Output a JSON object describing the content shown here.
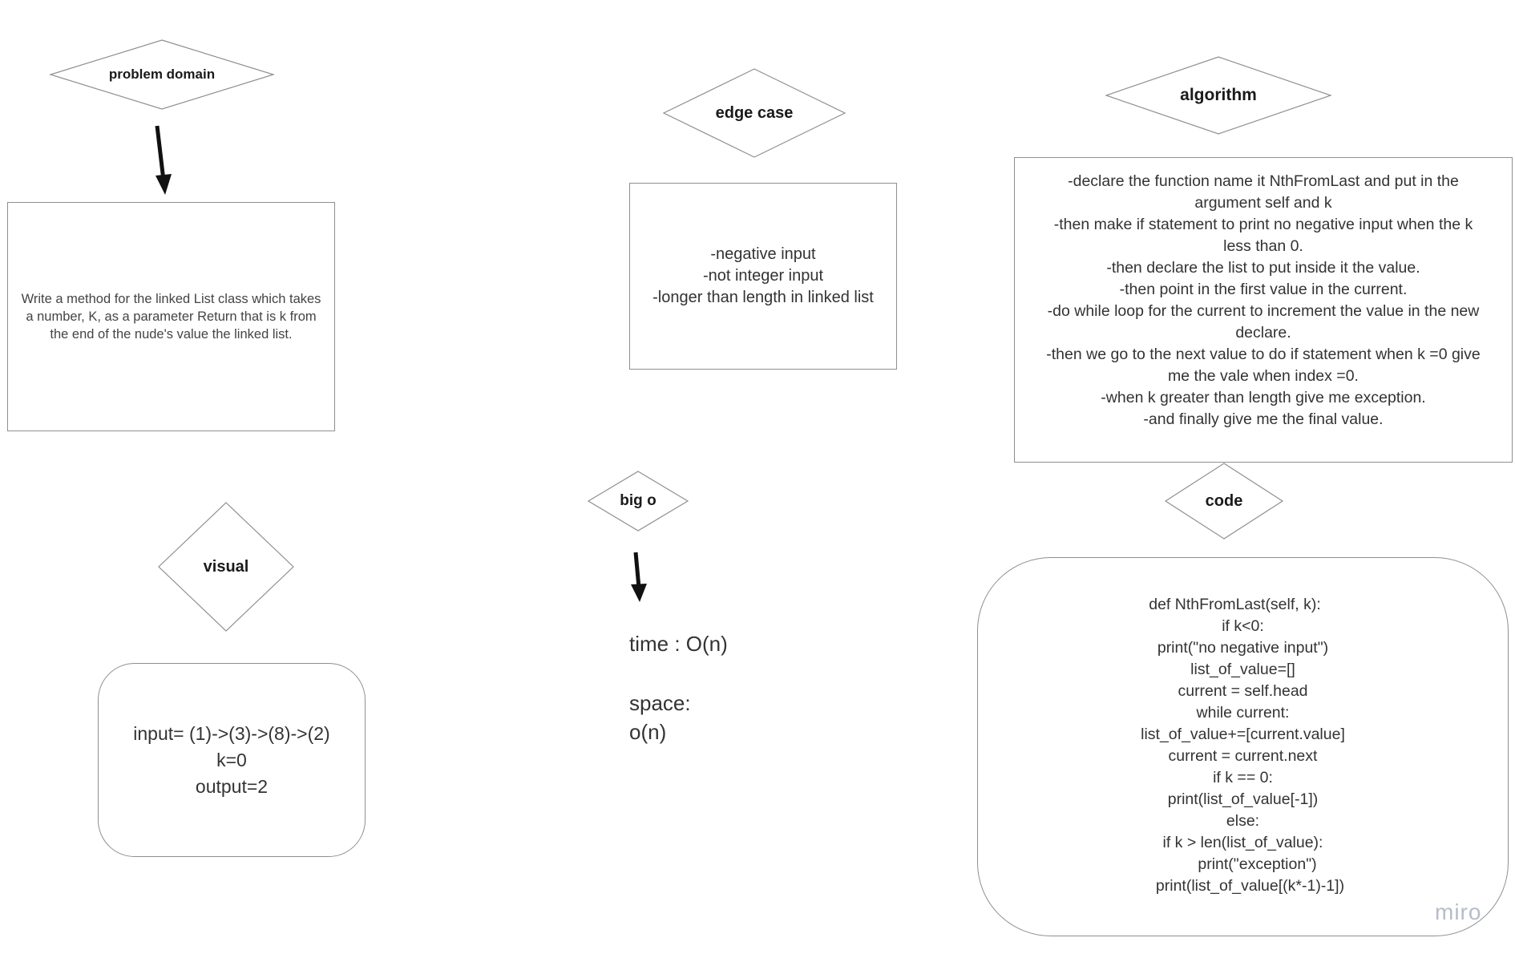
{
  "problem_domain": {
    "title": "problem domain",
    "text": "Write a method for the linked List class which takes a number, K, as a parameter Return that is k from the end of the nude's value the linked list."
  },
  "edge_case": {
    "title": "edge case",
    "lines": [
      "-negative input",
      "-not integer input",
      "-longer than length in linked list"
    ]
  },
  "algorithm": {
    "title": "algorithm",
    "lines": [
      "-declare the function name it NthFromLast and put in the",
      "argument self and k",
      "-then make if statement to print no negative input when the k",
      "less than 0.",
      "-then declare the list to put inside it the value.",
      "-then point in the first value in the current.",
      "-do while loop for the current to increment the value in the new",
      "declare.",
      "-then we go to the next value to do if statement when k =0 give",
      "me the vale when index =0.",
      "-when k greater than length give me exception.",
      "-and finally give me the final value."
    ]
  },
  "visual": {
    "title": "visual",
    "lines": [
      "input=  (1)->(3)->(8)->(2)",
      "k=0",
      "output=2"
    ]
  },
  "big_o": {
    "title": "big o",
    "time": "time : O(n)",
    "space_label": "space:",
    "space_value": "o(n)"
  },
  "code": {
    "title": "code",
    "lines": [
      "def NthFromLast(self, k):",
      "if k<0:",
      "print(\"no negative input\")",
      "list_of_value=[]",
      "current = self.head",
      "while current:",
      "list_of_value+=[current.value]",
      "current = current.next",
      "if k == 0:",
      "print(list_of_value[-1])",
      "else:",
      "if k > len(list_of_value):",
      "print(\"exception\")",
      "print(list_of_value[(k*-1)-1])"
    ]
  },
  "watermark": "miro"
}
